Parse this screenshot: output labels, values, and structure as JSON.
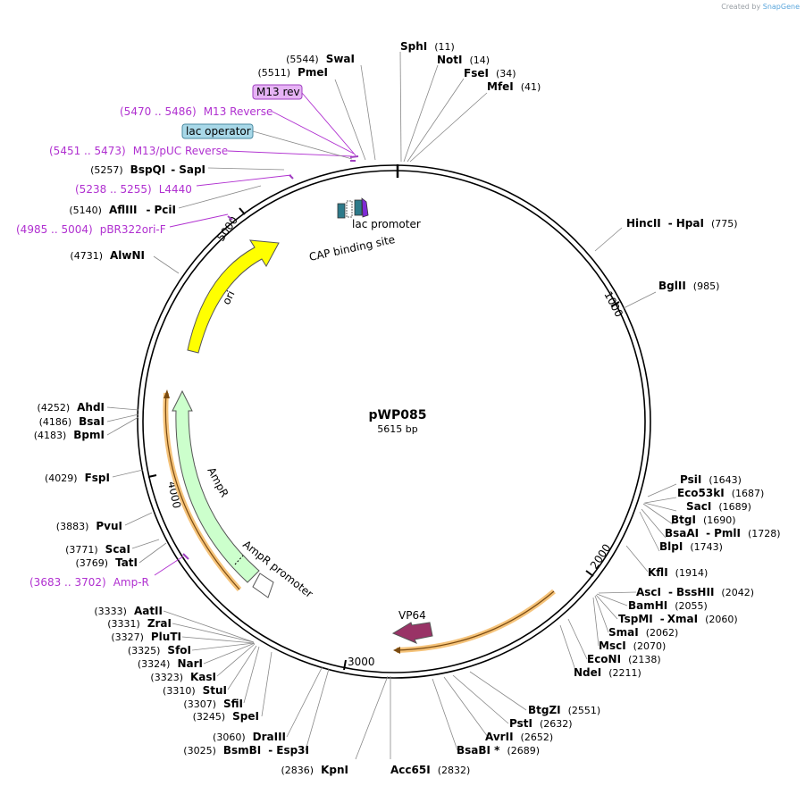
{
  "credit": {
    "prefix": "Created by",
    "brand": "SnapGene"
  },
  "plasmid": {
    "name": "pWP085",
    "size_label": "5615 bp"
  },
  "ticks": [
    {
      "label": "1000"
    },
    {
      "label": "2000"
    },
    {
      "label": "3000"
    },
    {
      "label": "4000"
    },
    {
      "label": "5000"
    }
  ],
  "features": [
    {
      "label": "ori",
      "color": "#ffff00"
    },
    {
      "label": "AmpR",
      "color": "#ccffcc"
    },
    {
      "label": "AmpR promoter",
      "color": "#ffffff"
    },
    {
      "label": "VP64",
      "color": "#993366"
    },
    {
      "label": "lac promoter",
      "color": "#7f2bd6"
    },
    {
      "label": "CAP binding site",
      "color": "#2d7a8a"
    }
  ],
  "boxed": [
    {
      "label": "M13 rev",
      "fill": "#e6b3f5",
      "stroke": "#a040c0"
    },
    {
      "label": "lac operator",
      "fill": "#a8d8e8",
      "stroke": "#4a8aa0"
    }
  ],
  "primers": [
    {
      "range": "(5470 .. 5486)",
      "name": "M13 Reverse"
    },
    {
      "range": "(5451 .. 5473)",
      "name": "M13/pUC Reverse"
    },
    {
      "range": "(5238 .. 5255)",
      "name": "L4440"
    },
    {
      "range": "(4985 .. 5004)",
      "name": "pBR322ori-F"
    },
    {
      "range": "(3683 .. 3702)",
      "name": "Amp-R"
    }
  ],
  "sites": [
    {
      "pos": "(5544)",
      "name": "SwaI"
    },
    {
      "pos": "(5511)",
      "name": "PmeI"
    },
    {
      "pos": "(5257)",
      "name": "BspQI",
      "name2": "SapI"
    },
    {
      "pos": "(5140)",
      "name": "AflIII",
      "name2": "PciI"
    },
    {
      "pos": "(4731)",
      "name": "AlwNI"
    },
    {
      "pos": "(4252)",
      "name": "AhdI"
    },
    {
      "pos": "(4186)",
      "name": "BsaI"
    },
    {
      "pos": "(4183)",
      "name": "BpmI"
    },
    {
      "pos": "(4029)",
      "name": "FspI"
    },
    {
      "pos": "(3883)",
      "name": "PvuI"
    },
    {
      "pos": "(3771)",
      "name": "ScaI"
    },
    {
      "pos": "(3769)",
      "name": "TatI"
    },
    {
      "pos": "(3333)",
      "name": "AatII"
    },
    {
      "pos": "(3331)",
      "name": "ZraI"
    },
    {
      "pos": "(3327)",
      "name": "PluTI"
    },
    {
      "pos": "(3325)",
      "name": "SfoI"
    },
    {
      "pos": "(3324)",
      "name": "NarI"
    },
    {
      "pos": "(3323)",
      "name": "KasI"
    },
    {
      "pos": "(3310)",
      "name": "StuI"
    },
    {
      "pos": "(3307)",
      "name": "SfiI"
    },
    {
      "pos": "(3245)",
      "name": "SpeI"
    },
    {
      "pos": "(3060)",
      "name": "DraIII"
    },
    {
      "pos": "(3025)",
      "name": "BsmBI",
      "name2": "Esp3I"
    },
    {
      "pos": "(2836)",
      "name": "KpnI"
    },
    {
      "pos": "(2832)",
      "name": "Acc65I"
    },
    {
      "pos": "(11)",
      "name": "SphI"
    },
    {
      "pos": "(14)",
      "name": "NotI"
    },
    {
      "pos": "(34)",
      "name": "FseI"
    },
    {
      "pos": "(41)",
      "name": "MfeI"
    },
    {
      "pos": "(775)",
      "name": "HincII",
      "name2": "HpaI"
    },
    {
      "pos": "(985)",
      "name": "BglII"
    },
    {
      "pos": "(1643)",
      "name": "PsiI"
    },
    {
      "pos": "(1687)",
      "name": "Eco53kI"
    },
    {
      "pos": "(1689)",
      "name": "SacI"
    },
    {
      "pos": "(1690)",
      "name": "BtgI"
    },
    {
      "pos": "(1728)",
      "name": "BsaAI",
      "name2": "PmlI"
    },
    {
      "pos": "(1743)",
      "name": "BlpI"
    },
    {
      "pos": "(1914)",
      "name": "KflI"
    },
    {
      "pos": "(2042)",
      "name": "AscI",
      "name2": "BssHII"
    },
    {
      "pos": "(2055)",
      "name": "BamHI"
    },
    {
      "pos": "(2060)",
      "name": "TspMI",
      "name2": "XmaI"
    },
    {
      "pos": "(2062)",
      "name": "SmaI"
    },
    {
      "pos": "(2070)",
      "name": "MscI"
    },
    {
      "pos": "(2138)",
      "name": "EcoNI"
    },
    {
      "pos": "(2211)",
      "name": "NdeI"
    },
    {
      "pos": "(2551)",
      "name": "BtgZI"
    },
    {
      "pos": "(2632)",
      "name": "PstI"
    },
    {
      "pos": "(2652)",
      "name": "AvrII"
    },
    {
      "pos": "(2689)",
      "name": "BsaBI *"
    }
  ]
}
